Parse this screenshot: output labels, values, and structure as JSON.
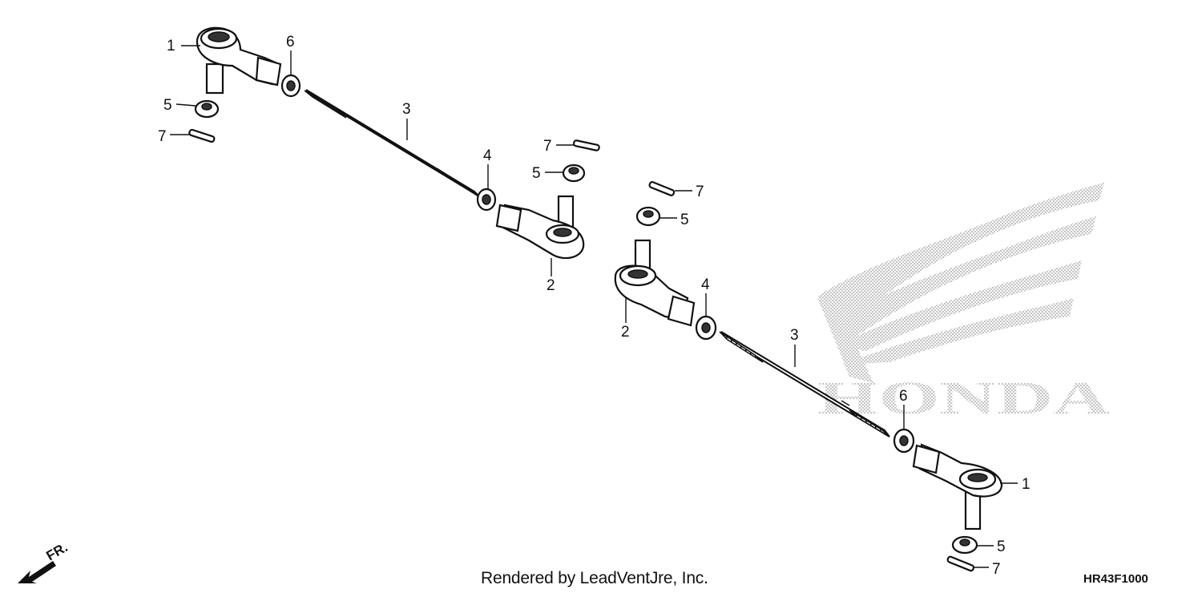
{
  "diagram": {
    "watermark_text": "HONDA",
    "front_indicator": "FR.",
    "callouts": [
      {
        "id": "c1a",
        "label": "1"
      },
      {
        "id": "c6a",
        "label": "6"
      },
      {
        "id": "c5a",
        "label": "5"
      },
      {
        "id": "c7a",
        "label": "7"
      },
      {
        "id": "c3a",
        "label": "3"
      },
      {
        "id": "c4a",
        "label": "4"
      },
      {
        "id": "c7b",
        "label": "7"
      },
      {
        "id": "c5b",
        "label": "5"
      },
      {
        "id": "c2a",
        "label": "2"
      },
      {
        "id": "c7c",
        "label": "7"
      },
      {
        "id": "c5c",
        "label": "5"
      },
      {
        "id": "c4b",
        "label": "4"
      },
      {
        "id": "c2b",
        "label": "2"
      },
      {
        "id": "c3b",
        "label": "3"
      },
      {
        "id": "c6b",
        "label": "6"
      },
      {
        "id": "c1b",
        "label": "1"
      },
      {
        "id": "c5d",
        "label": "5"
      },
      {
        "id": "c7d",
        "label": "7"
      }
    ],
    "credit": "Rendered by LeadVentJre, Inc.",
    "diagram_code": "HR43F1000"
  }
}
